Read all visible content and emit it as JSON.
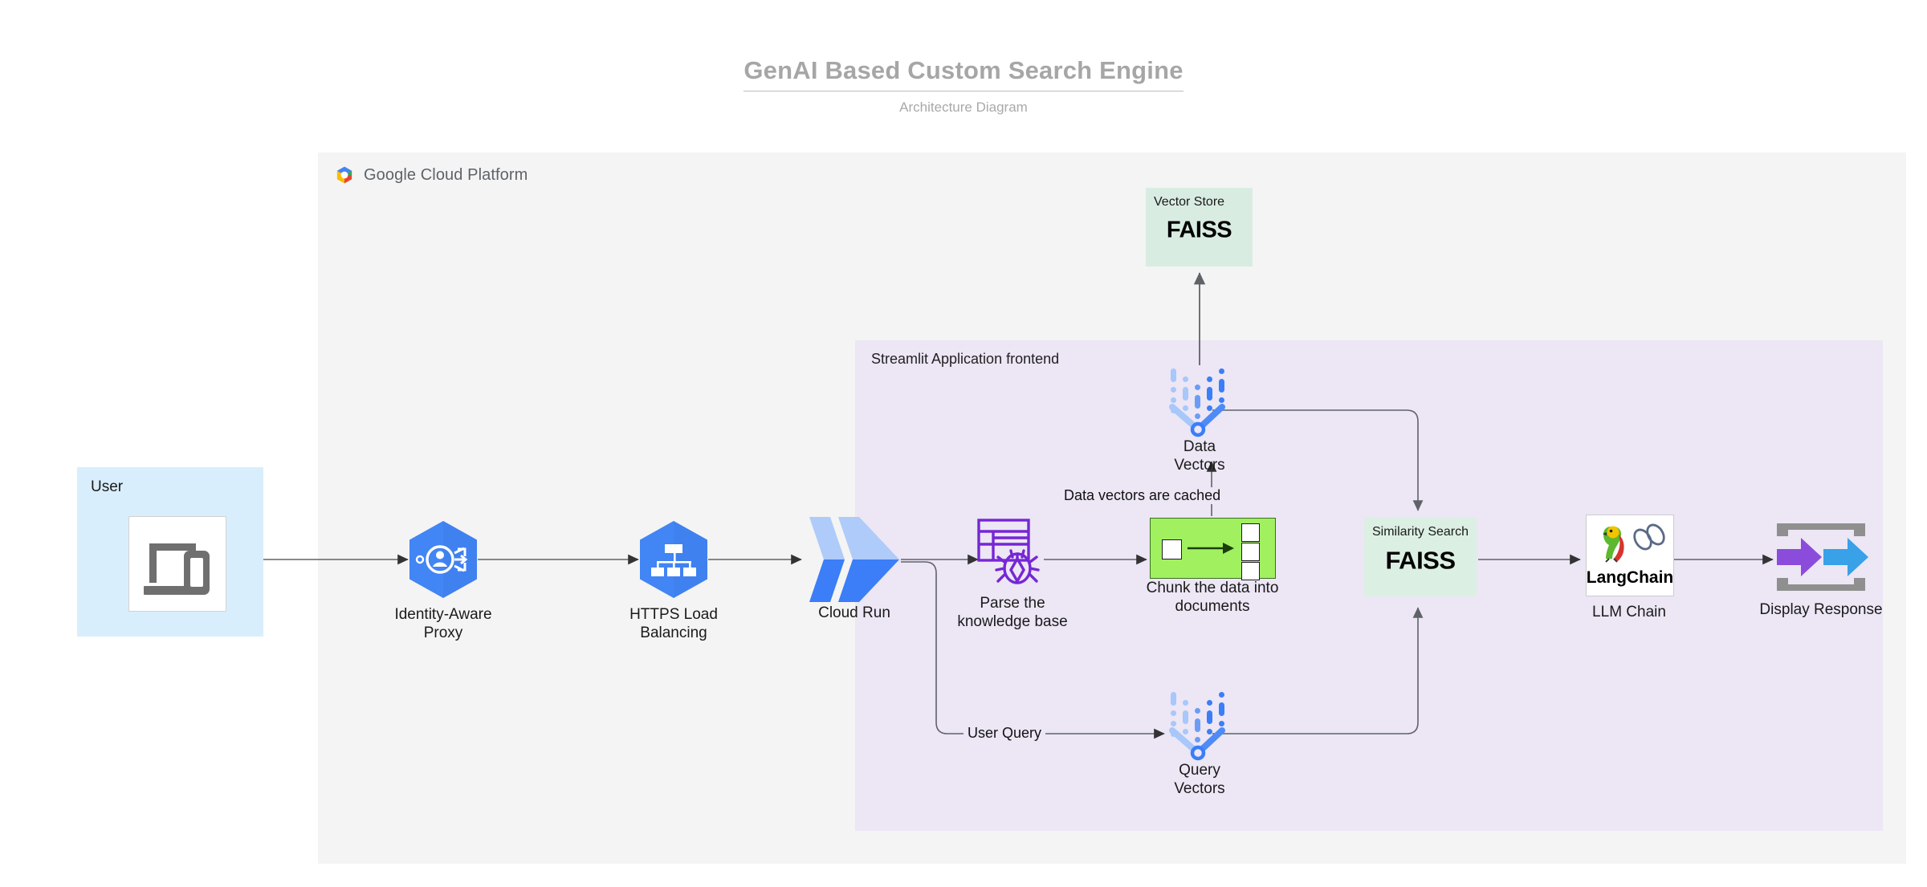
{
  "header": {
    "title": "GenAI Based Custom Search Engine",
    "subtitle": "Architecture Diagram"
  },
  "panels": {
    "gcp": {
      "label": "Google Cloud Platform",
      "background": "#f4f4f4"
    },
    "streamlit": {
      "label": "Streamlit Application frontend",
      "background": "#ece6f5"
    }
  },
  "nodes": {
    "user": {
      "group_label": "User",
      "icon": "laptop-mobile-icon",
      "background": "#d9eefc"
    },
    "iap": {
      "label_line1": "Identity-Aware",
      "label_line2": "Proxy",
      "icon": "identity-aware-proxy-icon",
      "color": "#4285f4"
    },
    "load_balancing": {
      "label_line1": "HTTPS Load",
      "label_line2": "Balancing",
      "icon": "load-balancing-icon",
      "color": "#4285f4"
    },
    "cloud_run": {
      "label": "Cloud Run",
      "icon": "cloud-run-icon",
      "color_light": "#aecbfa",
      "color_dark": "#3b7ef7"
    },
    "parse_kb": {
      "label_line1": "Parse the",
      "label_line2": "knowledge base",
      "icon": "table-spider-scrape-icon",
      "color": "#7627d4"
    },
    "chunk": {
      "label_line1": "Chunk the data into",
      "label_line2": "documents",
      "icon": "split-documents-icon",
      "background": "#a0f060",
      "border": "#3c6e21"
    },
    "data_vectors": {
      "label_line1": "Data",
      "label_line2": "Vectors",
      "icon": "vector-embedding-icon",
      "color": "#4285f4"
    },
    "query_vectors": {
      "label_line1": "Query",
      "label_line2": "Vectors",
      "icon": "vector-embedding-icon",
      "color": "#4285f4"
    },
    "vector_store": {
      "inner_label": "Vector Store",
      "logo_text": "FAISS",
      "background": "#d9ece2"
    },
    "similarity_search": {
      "inner_label": "Similarity Search",
      "logo_text": "FAISS",
      "background": "#dcefe3"
    },
    "llm_chain": {
      "label": "LLM Chain",
      "logo_text": "LangChain",
      "icon": "langchain-parrot-chain-icon"
    },
    "display_response": {
      "label": "Display Response",
      "icon": "display-response-arrows-icon",
      "arrow_purple": "#8b4cdb",
      "arrow_blue": "#38a1e8",
      "bracket": "#8f8f8f"
    }
  },
  "edges": {
    "data_vectors_cached": "Data vectors are cached",
    "user_query": "User Query"
  }
}
